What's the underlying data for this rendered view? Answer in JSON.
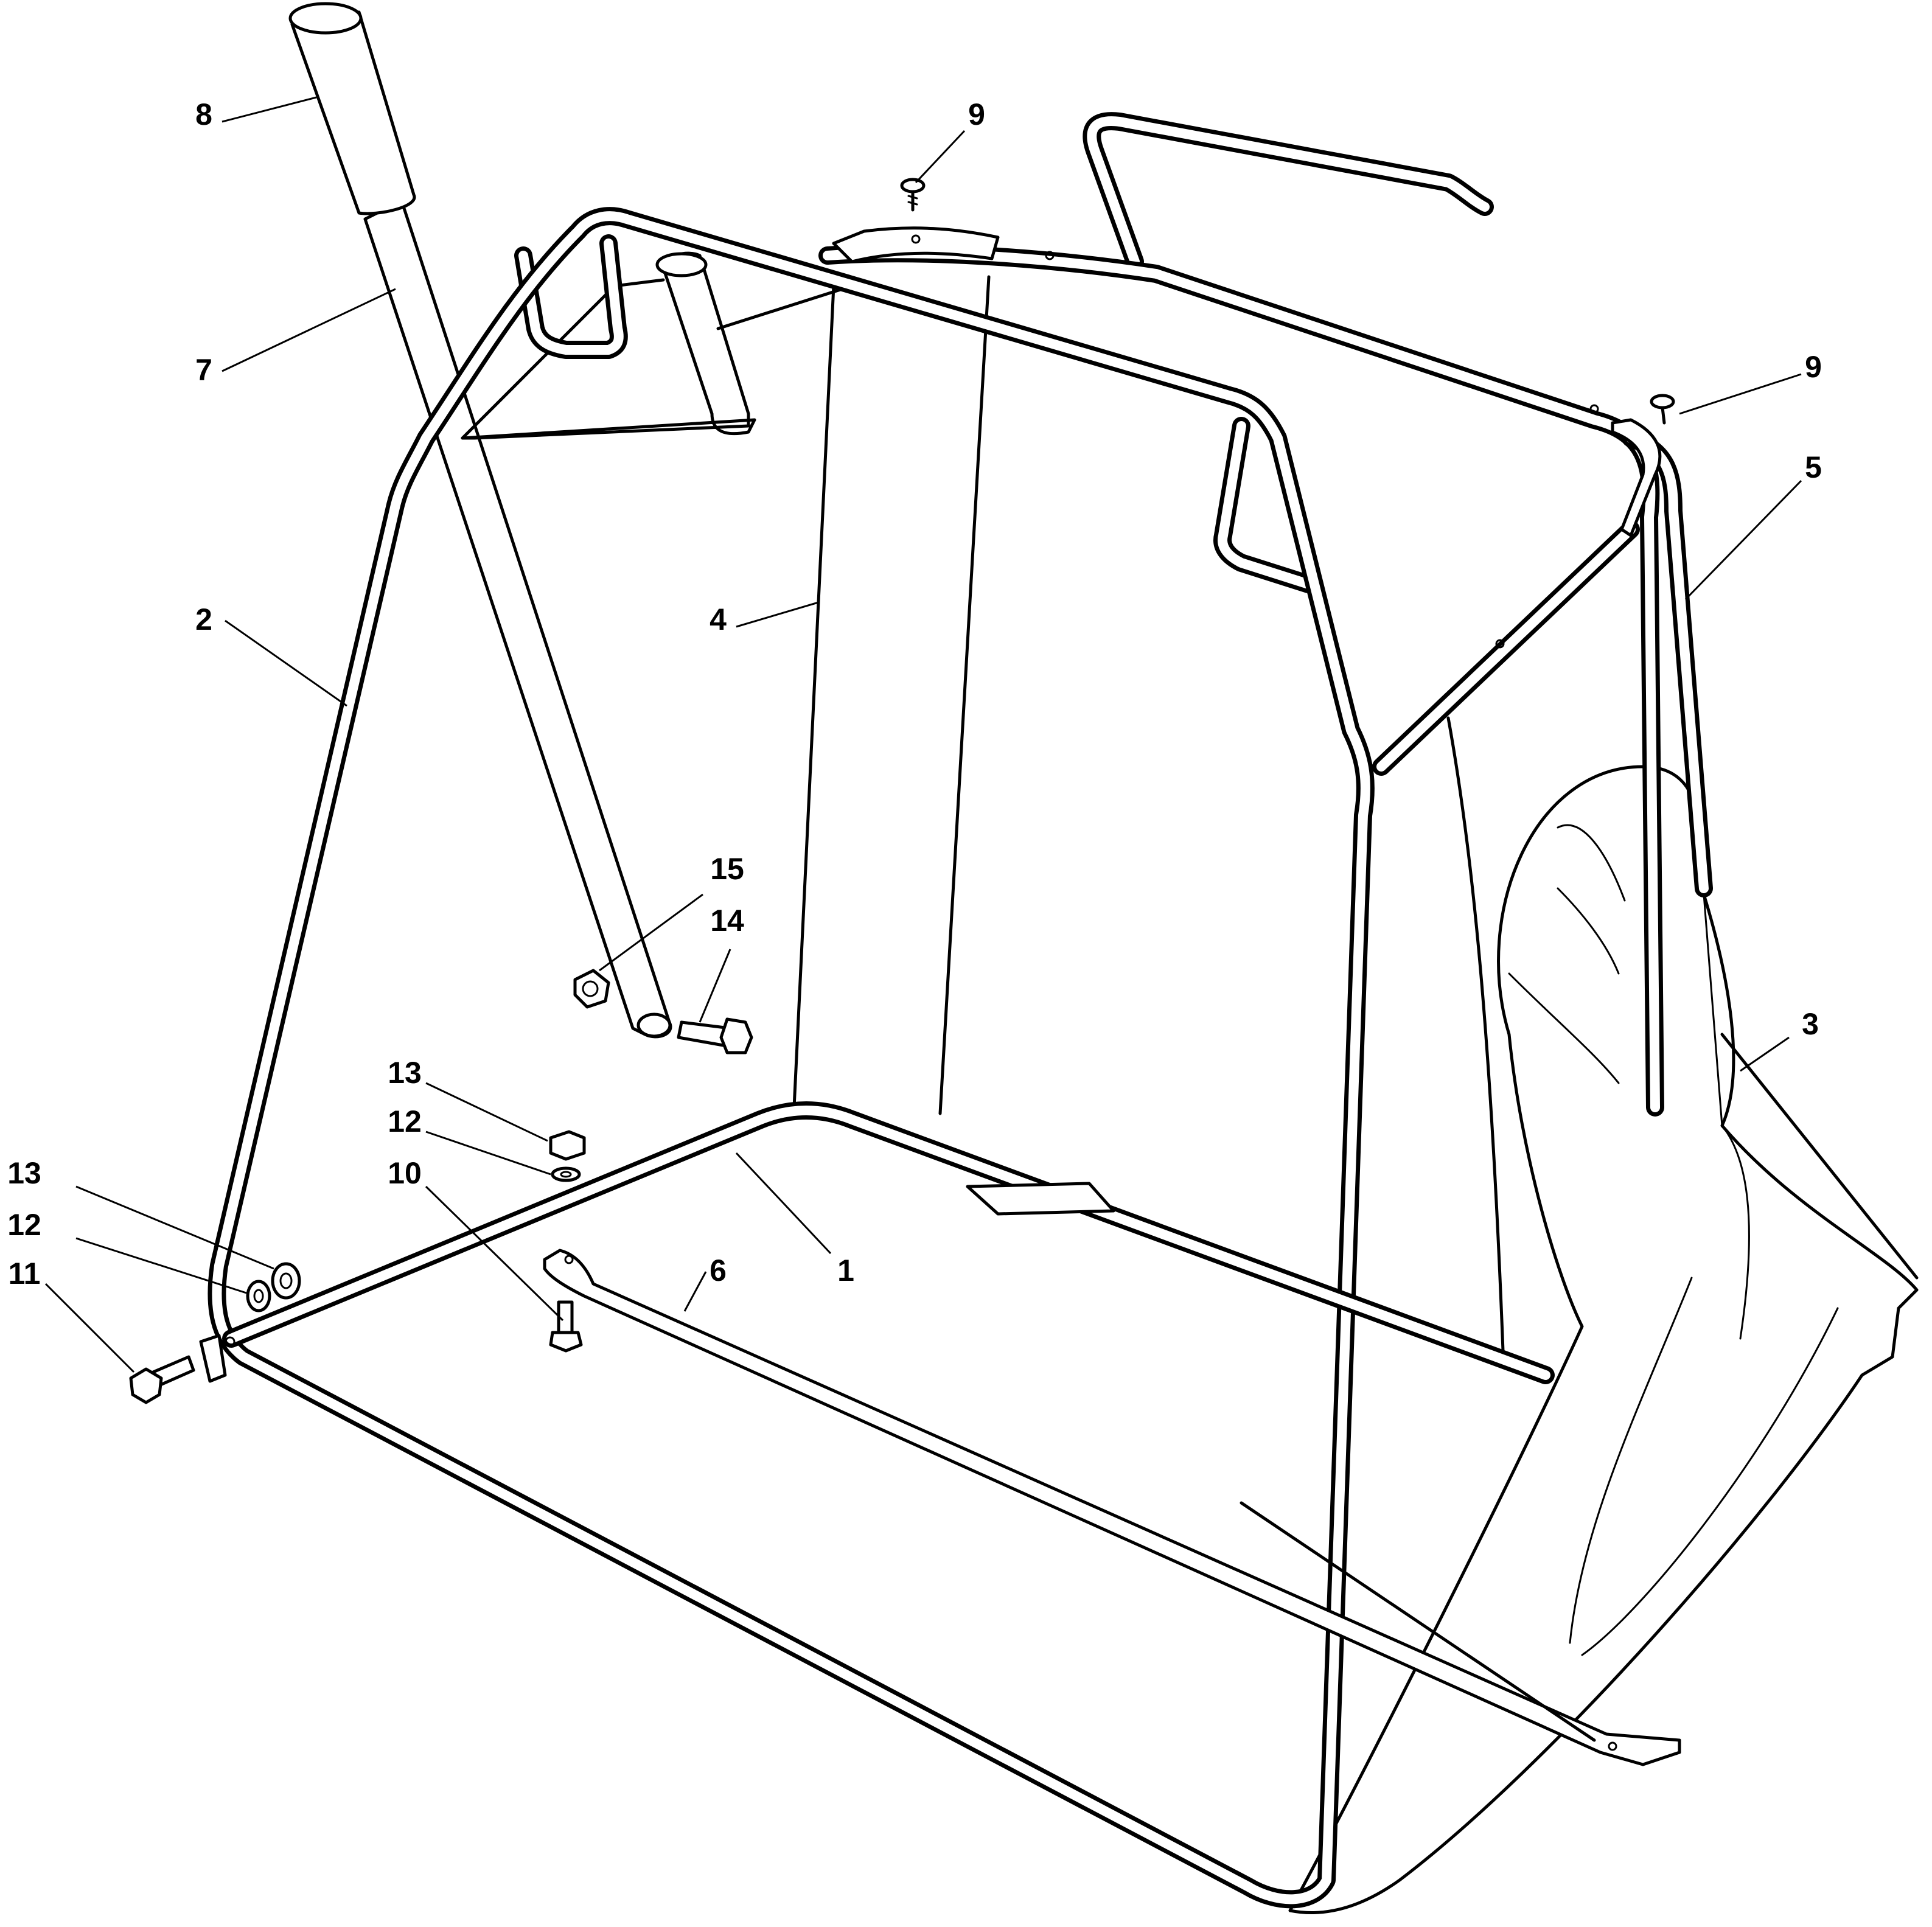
{
  "diagram": {
    "callouts": [
      {
        "id": "c1",
        "label": "1"
      },
      {
        "id": "c2",
        "label": "2"
      },
      {
        "id": "c3",
        "label": "3"
      },
      {
        "id": "c4",
        "label": "4"
      },
      {
        "id": "c5",
        "label": "5"
      },
      {
        "id": "c6",
        "label": "6"
      },
      {
        "id": "c7",
        "label": "7"
      },
      {
        "id": "c8",
        "label": "8"
      },
      {
        "id": "c9a",
        "label": "9"
      },
      {
        "id": "c9b",
        "label": "9"
      },
      {
        "id": "c10",
        "label": "10"
      },
      {
        "id": "c11",
        "label": "11"
      },
      {
        "id": "c12a",
        "label": "12"
      },
      {
        "id": "c12b",
        "label": "12"
      },
      {
        "id": "c13a",
        "label": "13"
      },
      {
        "id": "c13b",
        "label": "13"
      },
      {
        "id": "c14",
        "label": "14"
      },
      {
        "id": "c15",
        "label": "15"
      }
    ]
  }
}
